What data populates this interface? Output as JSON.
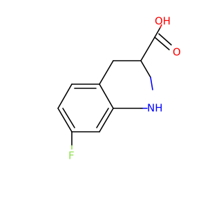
{
  "molecule": {
    "atom_labels": {
      "hydroxyl": "OH",
      "carbonyl_oxygen": "O",
      "amine": "NH",
      "fluorine": "F"
    },
    "colors": {
      "bond": "#000000",
      "oxygen": "#ff0000",
      "nitrogen": "#0000ff",
      "fluorine": "#90e050",
      "background": "#ffffff"
    }
  }
}
